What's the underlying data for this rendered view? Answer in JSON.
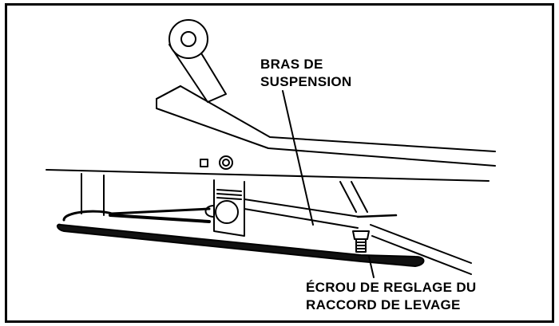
{
  "labels": {
    "suspension_arm": [
      "BRAS DE",
      "SUSPENSION"
    ],
    "adjust_nut": [
      "ÉCROU DE REGLAGE DU",
      "RACCORD DE LEVAGE"
    ]
  }
}
